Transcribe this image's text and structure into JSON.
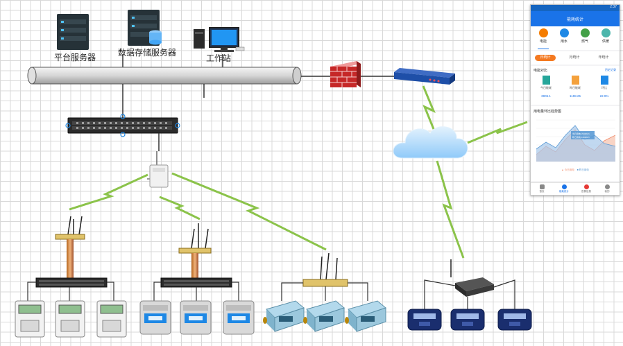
{
  "labels": {
    "platform_server": "平台服务器",
    "storage_server": "数据存储服务器",
    "workstation": "工作站"
  },
  "phone": {
    "status_time": "2:37",
    "title": "能耗统计",
    "categories": [
      {
        "label": "电能",
        "color": "#f57c00"
      },
      {
        "label": "用水",
        "color": "#1e88e5"
      },
      {
        "label": "燃气",
        "color": "#43a047"
      },
      {
        "label": "供暖",
        "color": "#4db6ac"
      }
    ],
    "period_tabs": [
      "日统计",
      "月统计",
      "年统计"
    ],
    "section1_title": "电能对比",
    "section1_link": "历史记录",
    "stats": [
      {
        "name": "今日能耗",
        "value": "3906.1",
        "color": "#26a69a"
      },
      {
        "name": "昨日能耗",
        "value": "1198.25",
        "color": "#f4a13c"
      },
      {
        "name": "环比",
        "value": "22.9%",
        "color": "#1e88e5"
      }
    ],
    "section2_title": "用电量环比趋势图",
    "chart_tooltip": [
      "当日用电 234kW·h",
      "昨日用电 196kW·h"
    ],
    "chart_legend": [
      "▲ 今日用电",
      "■ 昨日用电"
    ],
    "nav": [
      "首页",
      "能耗统计",
      "告警信息",
      "我的"
    ]
  },
  "colors": {
    "lightning": "#8bc34a",
    "firewall": "#c62828",
    "router": "#1e4fa8",
    "accent": "#1a73e8"
  }
}
